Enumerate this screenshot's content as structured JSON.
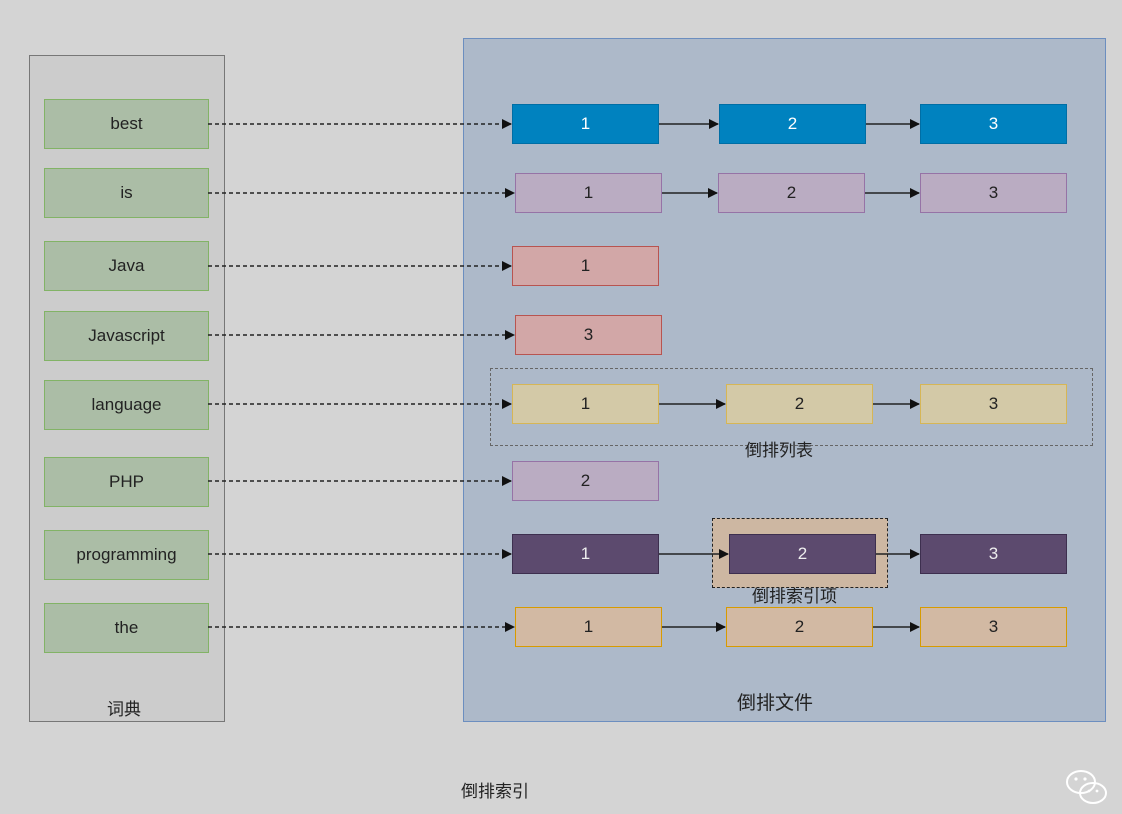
{
  "dictionary": {
    "title": "词典",
    "terms": [
      "best",
      "is",
      "Java",
      "Javascript",
      "language",
      "PHP",
      "programming",
      "the"
    ]
  },
  "inverted_file": {
    "title": "倒排文件",
    "postings_list_label": "倒排列表",
    "posting_entry_label": "倒排索引项",
    "rows": [
      {
        "docs": [
          "1",
          "2",
          "3"
        ],
        "fill": "#0082bf",
        "border": "#006ea5",
        "text_color": "#ffffff"
      },
      {
        "docs": [
          "1",
          "2",
          "3"
        ],
        "fill": "#baacc2",
        "border": "#9673a6",
        "text_color": "#222222"
      },
      {
        "docs": [
          "1"
        ],
        "fill": "#d2a7a7",
        "border": "#b85450",
        "text_color": "#222222"
      },
      {
        "docs": [
          "3"
        ],
        "fill": "#d2a7a7",
        "border": "#b85450",
        "text_color": "#222222"
      },
      {
        "docs": [
          "1",
          "2",
          "3"
        ],
        "fill": "#d3c9a7",
        "border": "#d6b656",
        "text_color": "#222222"
      },
      {
        "docs": [
          "2"
        ],
        "fill": "#baacc2",
        "border": "#9673a6",
        "text_color": "#222222"
      },
      {
        "docs": [
          "1",
          "2",
          "3"
        ],
        "fill": "#5c4a6e",
        "border": "#3d2f4f",
        "text_color": "#eeeeee"
      },
      {
        "docs": [
          "1",
          "2",
          "3"
        ],
        "fill": "#d2b9a3",
        "border": "#d79b00",
        "text_color": "#222222"
      }
    ]
  },
  "caption": "倒排索引",
  "wechat_icon": "wechat-icon"
}
